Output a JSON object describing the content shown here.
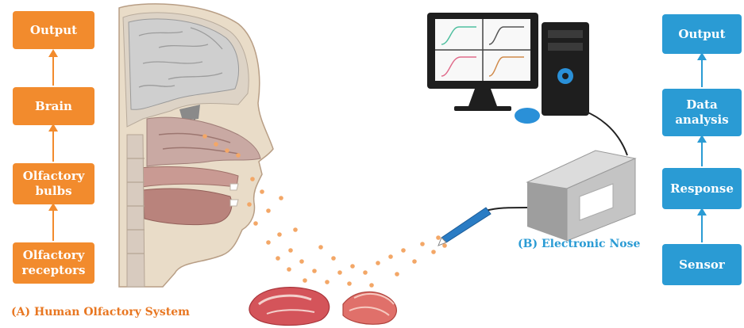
{
  "olfactory_flow": {
    "output": "Output",
    "brain": "Brain",
    "bulbs": "Olfactory\nbulbs",
    "receptors": "Olfactory\nreceptors",
    "caption": "(A) Human Olfactory System"
  },
  "enose_flow": {
    "output": "Output",
    "data_analysis": "Data\nanalysis",
    "response": "Response",
    "sensor": "Sensor",
    "caption": "(B) Electronic Nose"
  },
  "colors": {
    "orange_box": "#f28b2d",
    "blue_box": "#2a9bd4",
    "caption_orange": "#e87722",
    "caption_blue": "#2a9bd4"
  }
}
